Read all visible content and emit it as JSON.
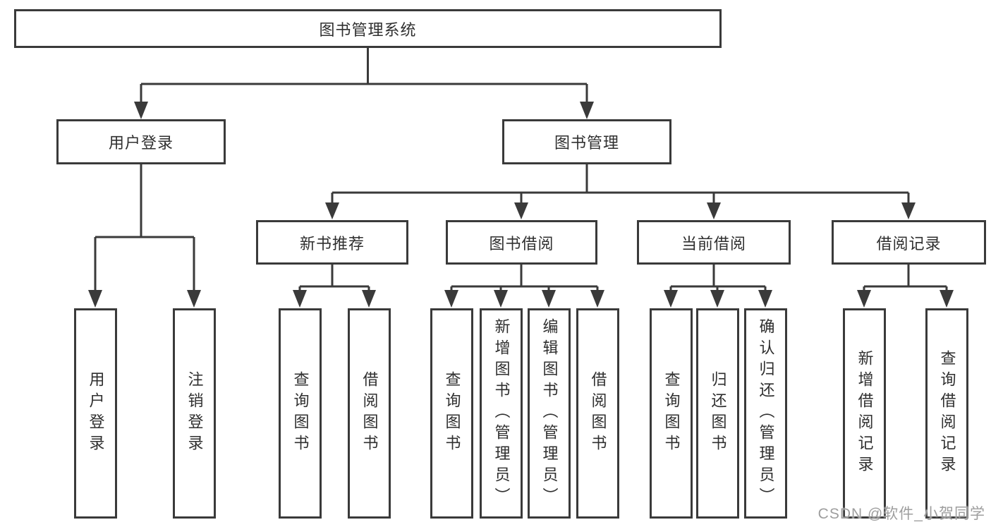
{
  "diagram_title": "图书管理系统",
  "tree": {
    "root": {
      "label": "图书管理系统"
    },
    "branches": [
      {
        "label": "用户登录",
        "children": [
          {
            "label": "用户登录"
          },
          {
            "label": "注销登录"
          }
        ]
      },
      {
        "label": "图书管理",
        "children": [
          {
            "label": "新书推荐",
            "children": [
              {
                "label": "查询图书"
              },
              {
                "label": "借阅图书"
              }
            ]
          },
          {
            "label": "图书借阅",
            "children": [
              {
                "label": "查询图书"
              },
              {
                "label": "新增图书（管理员）"
              },
              {
                "label": "编辑图书（管理员）"
              },
              {
                "label": "借阅图书"
              }
            ]
          },
          {
            "label": "当前借阅",
            "children": [
              {
                "label": "查询图书"
              },
              {
                "label": "归还图书"
              },
              {
                "label": "确认归还（管理员）"
              }
            ]
          },
          {
            "label": "借阅记录",
            "children": [
              {
                "label": "新增借阅记录"
              },
              {
                "label": "查询借阅记录"
              }
            ]
          }
        ]
      }
    ]
  },
  "watermark": {
    "text": "CSDN @软件_小贺同学",
    "color": "#9e9e9e"
  },
  "colors": {
    "line": "#3a3a3a",
    "box_border": "#3a3a3a",
    "box_fill": "#ffffff",
    "text": "#2f2f2f",
    "background": "#ffffff"
  }
}
